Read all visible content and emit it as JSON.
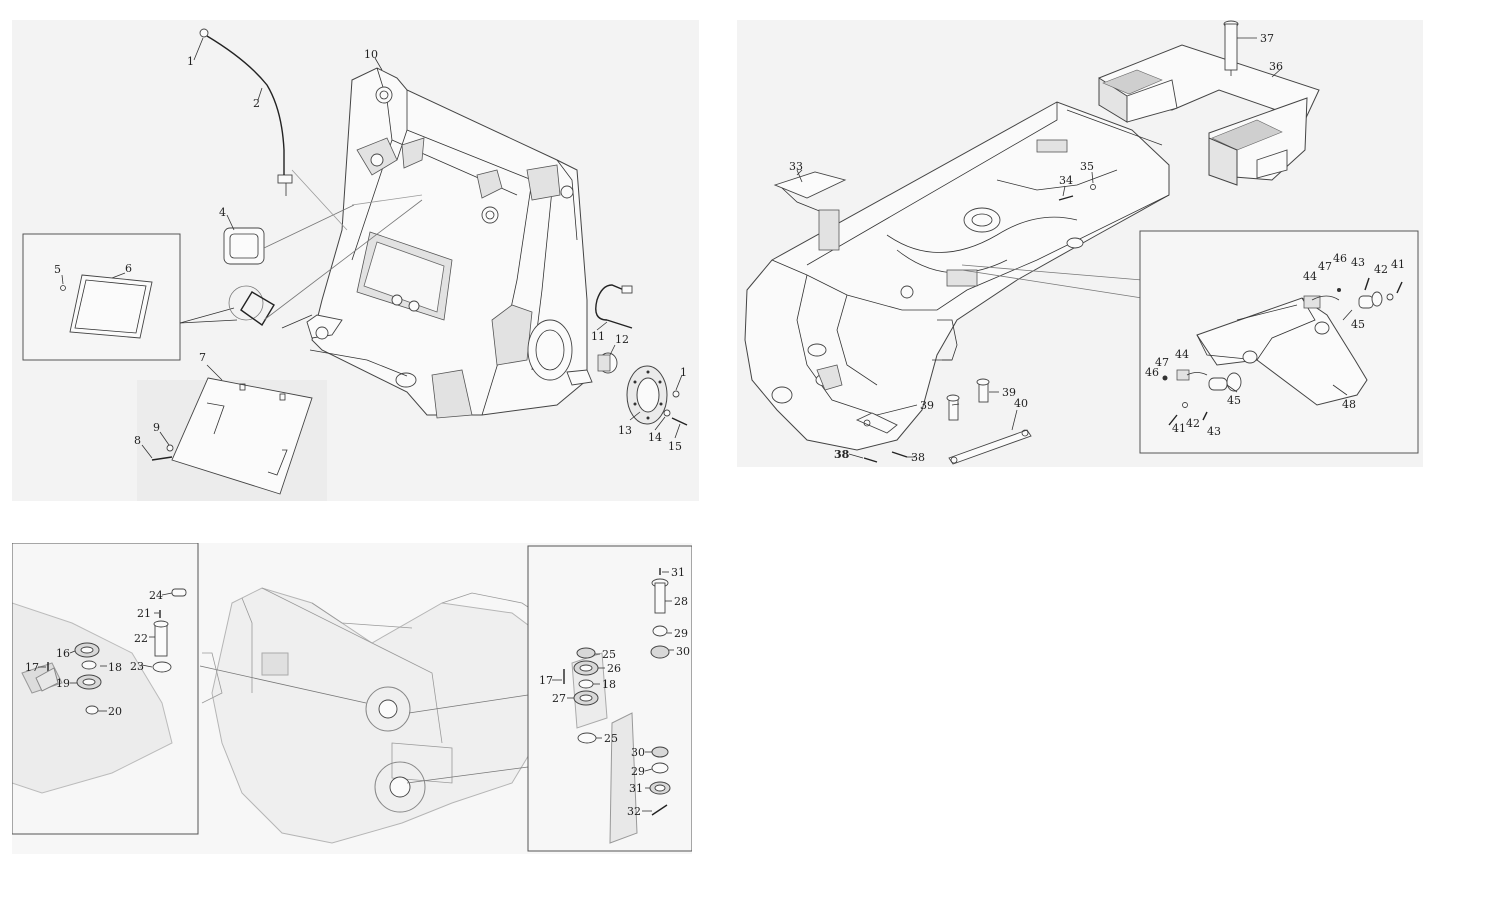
{
  "panels": {
    "front_frame": {
      "callouts": [
        "1",
        "2",
        "10",
        "4",
        "5",
        "6",
        "7",
        "9",
        "8",
        "11",
        "12",
        "1",
        "13",
        "14",
        "15"
      ]
    },
    "rear_frame": {
      "callouts": [
        "37",
        "36",
        "33",
        "35",
        "34",
        "46",
        "47",
        "43",
        "42",
        "41",
        "44",
        "45",
        "47",
        "44",
        "46",
        "45",
        "48",
        "42",
        "41",
        "43",
        "39",
        "39",
        "40",
        "38",
        "38"
      ]
    },
    "hinge_detail": {
      "left_callouts": [
        "24",
        "21",
        "22",
        "16",
        "18",
        "17",
        "23",
        "19",
        "20"
      ],
      "right_callouts": [
        "31",
        "28",
        "29",
        "30",
        "25",
        "26",
        "17",
        "18",
        "27",
        "25",
        "30",
        "29",
        "31",
        "32"
      ]
    }
  }
}
